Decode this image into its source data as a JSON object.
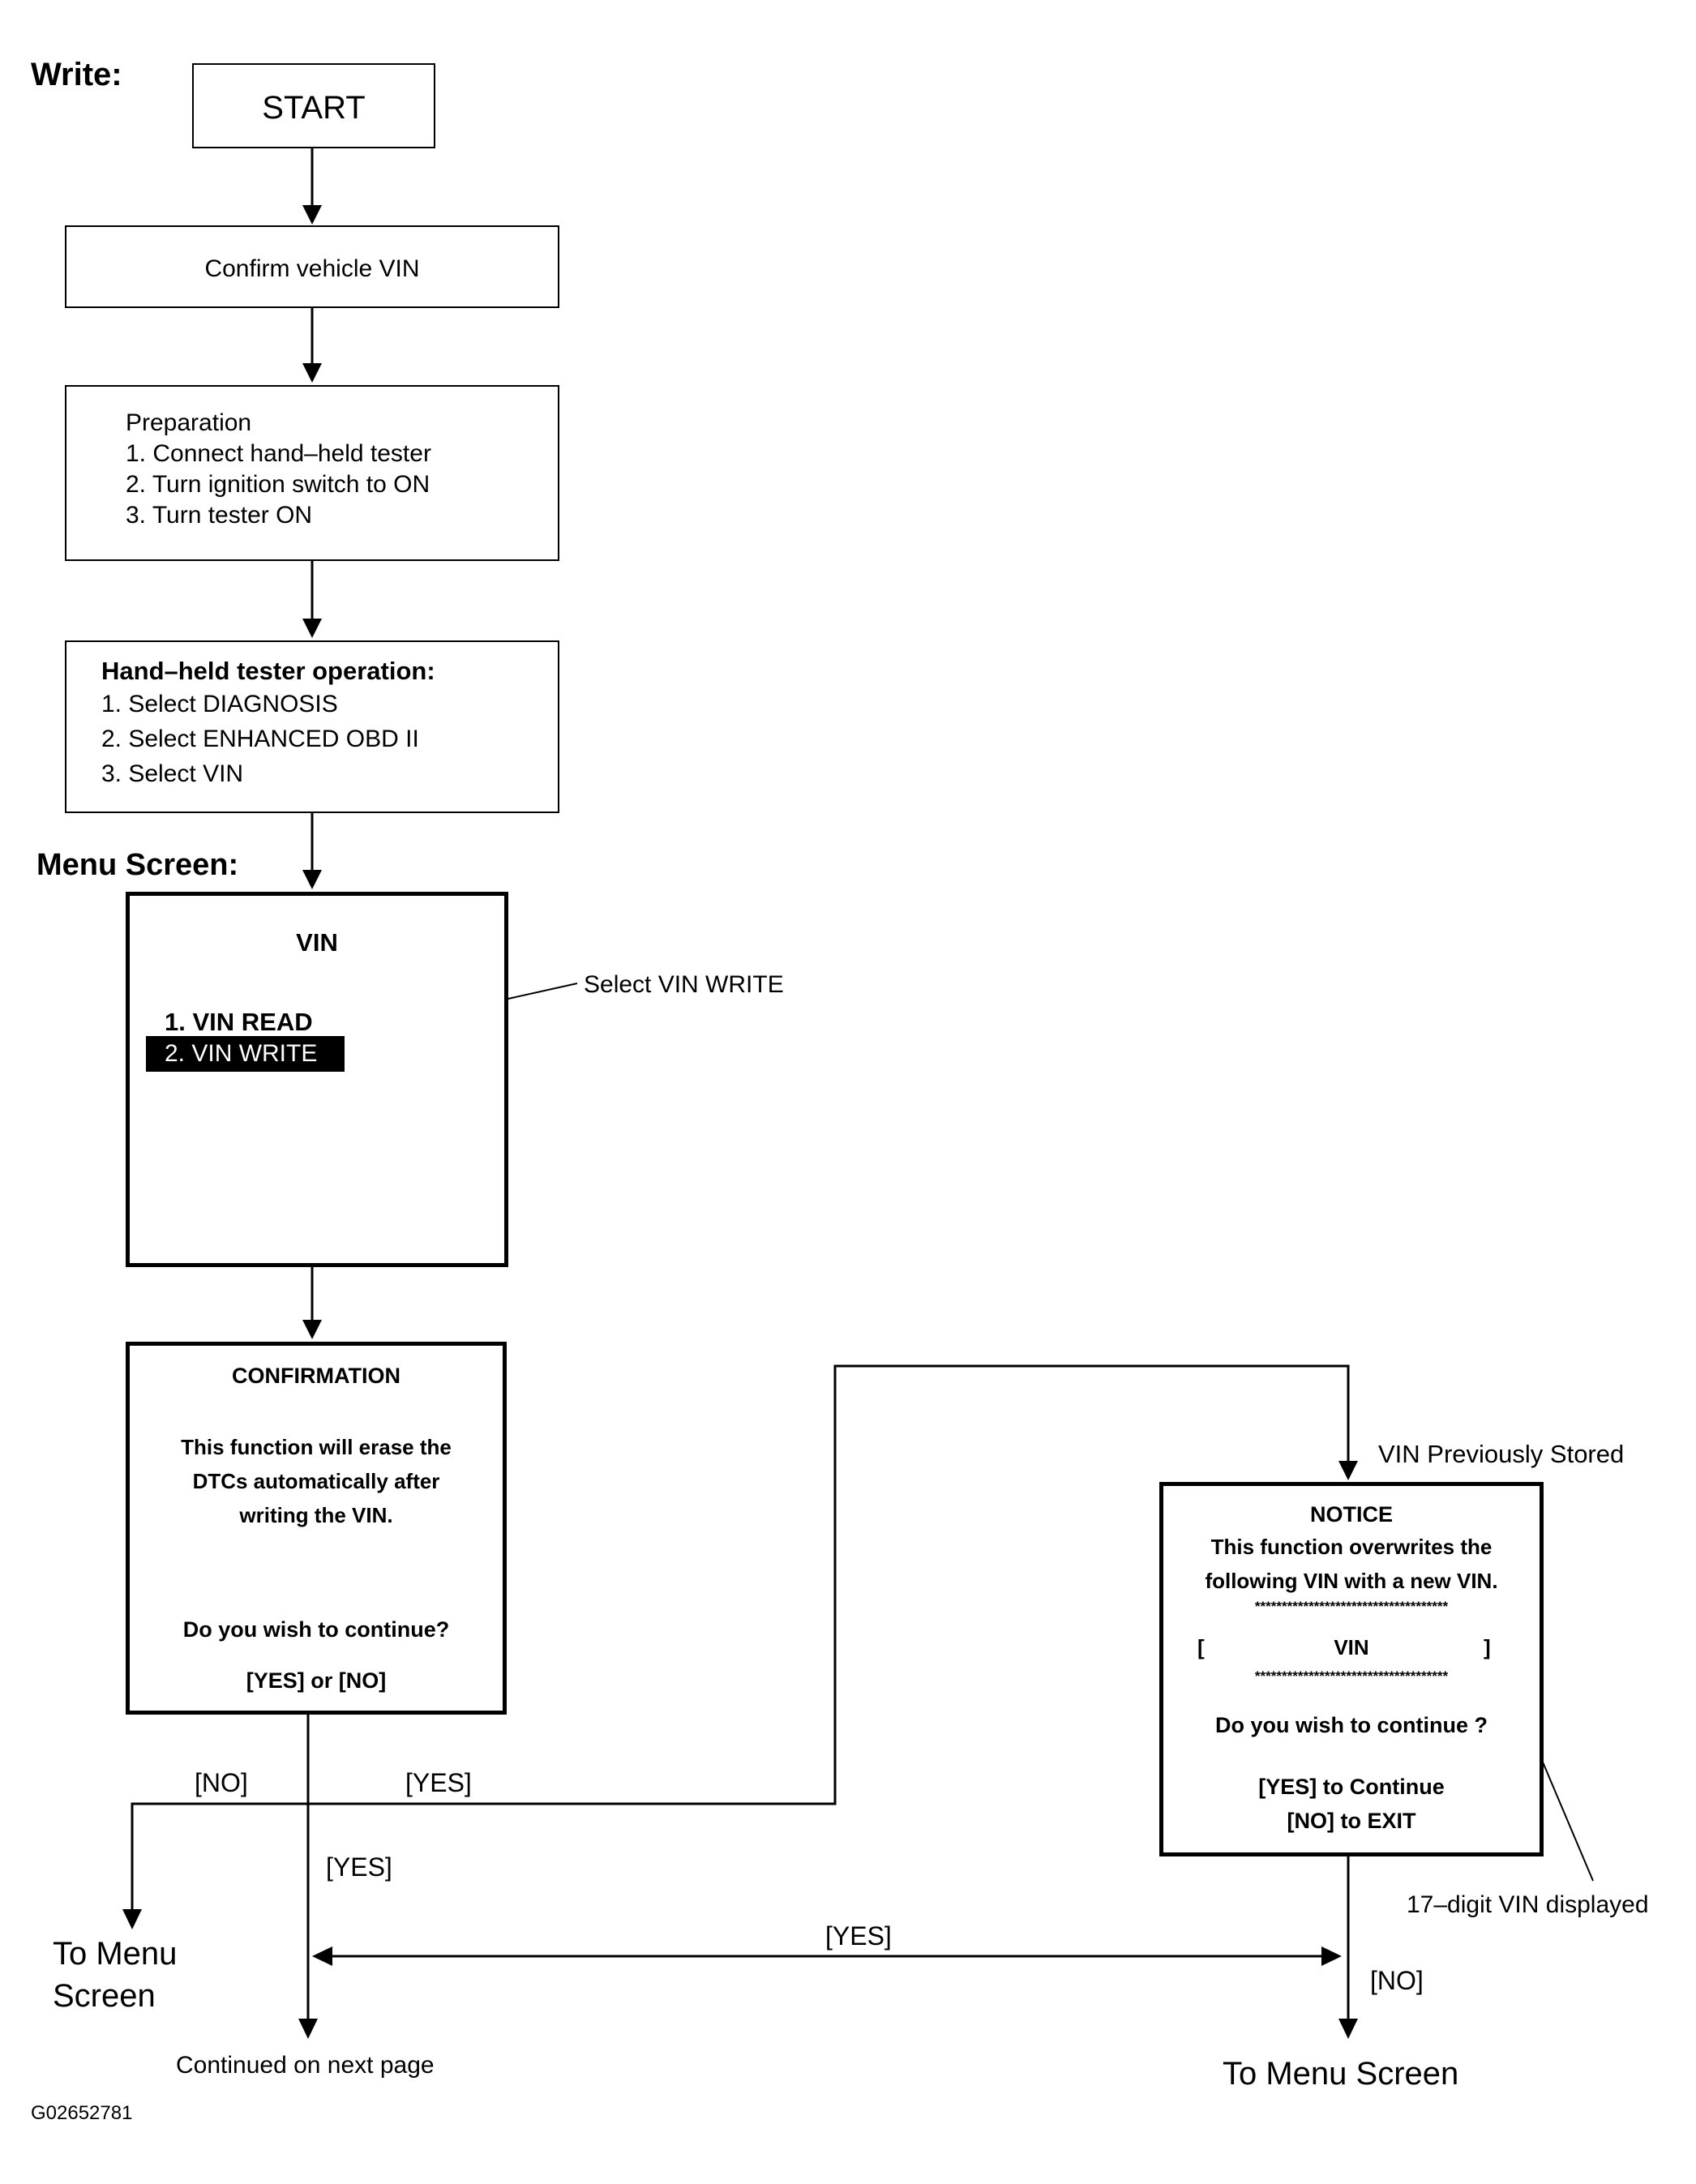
{
  "write_label": "Write:",
  "start": "START",
  "confirm_vin": "Confirm vehicle VIN",
  "preparation": {
    "title": "Preparation",
    "steps": [
      "1. Connect hand–held tester",
      "2. Turn ignition switch to ON",
      "3. Turn tester ON"
    ]
  },
  "tester_operation": {
    "title": "Hand–held tester operation:",
    "steps": [
      "1. Select DIAGNOSIS",
      "2. Select ENHANCED OBD II",
      "3. Select VIN"
    ]
  },
  "menu_screen_label": "Menu Screen:",
  "menu_screen": {
    "title": "VIN",
    "items": [
      "1. VIN READ",
      "2. VIN WRITE"
    ],
    "callout": "Select VIN WRITE"
  },
  "confirmation": {
    "title": "CONFIRMATION",
    "message": [
      "This function will erase the",
      "DTCs automatically after",
      "writing the VIN."
    ],
    "question": "Do you wish to continue?",
    "options": "[YES] or [NO]"
  },
  "notice": {
    "title": "NOTICE",
    "message": [
      "This function overwrites the",
      "following VIN with a new VIN."
    ],
    "stars": "************************************",
    "vin_left_bracket": "[",
    "vin_text": "VIN",
    "vin_right_bracket": "]",
    "question": "Do you wish to continue ?",
    "yes_option": "[YES] to Continue",
    "no_option": "[NO] to EXIT"
  },
  "labels": {
    "vin_previously_stored": "VIN Previously Stored",
    "seventeen_digit": "17–digit VIN displayed",
    "no_left": "[NO]",
    "yes_top": "[YES]",
    "yes_mid": "[YES]",
    "yes_horizontal": "[YES]",
    "no_right": "[NO]"
  },
  "to_menu_left": [
    "To Menu",
    "Screen"
  ],
  "continued": "Continued on next page",
  "to_menu_right": "To Menu Screen",
  "figure_id": "G02652781"
}
